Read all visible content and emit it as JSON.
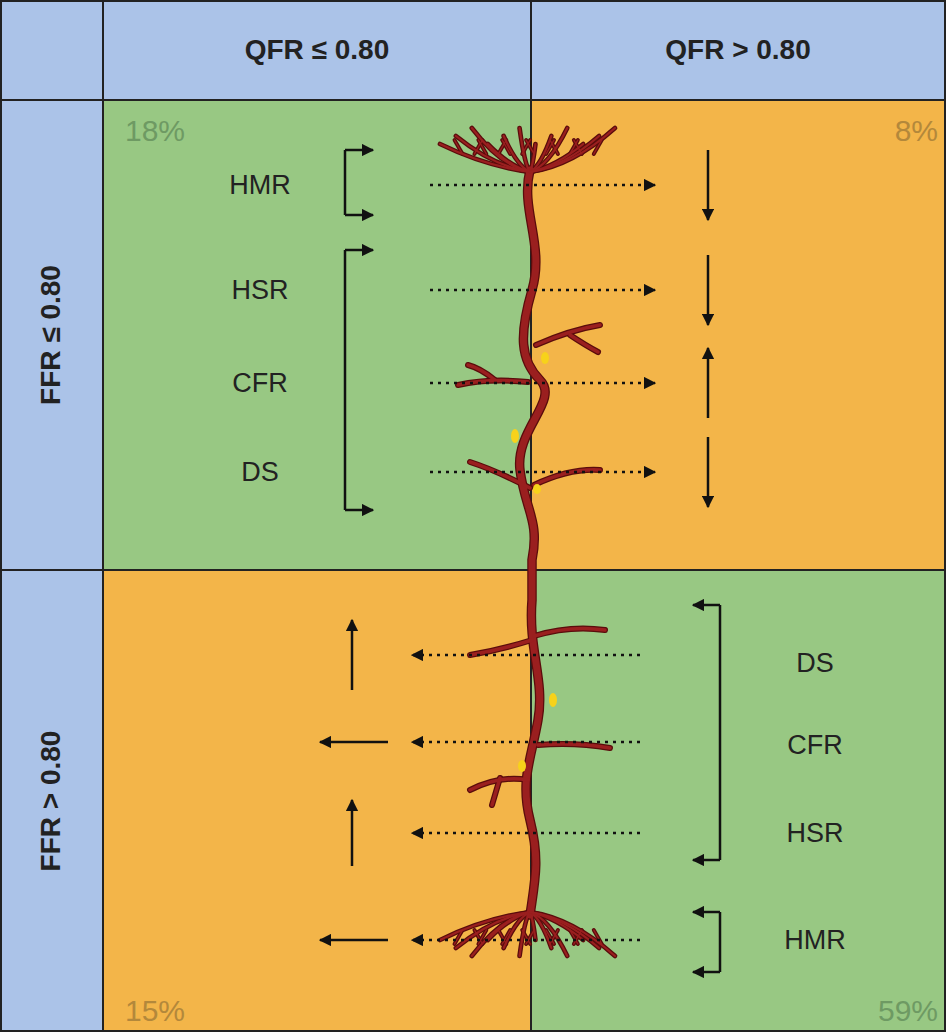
{
  "diagram": {
    "nodes": [
      {
        "text": [
          "QFR ≤ 0.80"
        ]
      },
      {
        "text": [
          "QFR > 0.80"
        ]
      },
      {
        "text": [
          "FFR ≤ 0.80"
        ]
      },
      {
        "text": [
          "18%",
          "HMR",
          "HSR",
          "CFR",
          "DS"
        ]
      },
      {
        "text": [
          "8%"
        ]
      },
      {
        "text": [
          "FFR > 0.80"
        ]
      },
      {
        "text": [
          "15%"
        ]
      },
      {
        "text": [
          "59%",
          "DS",
          "CFR",
          "HSR",
          "HMR"
        ]
      }
    ]
  }
}
